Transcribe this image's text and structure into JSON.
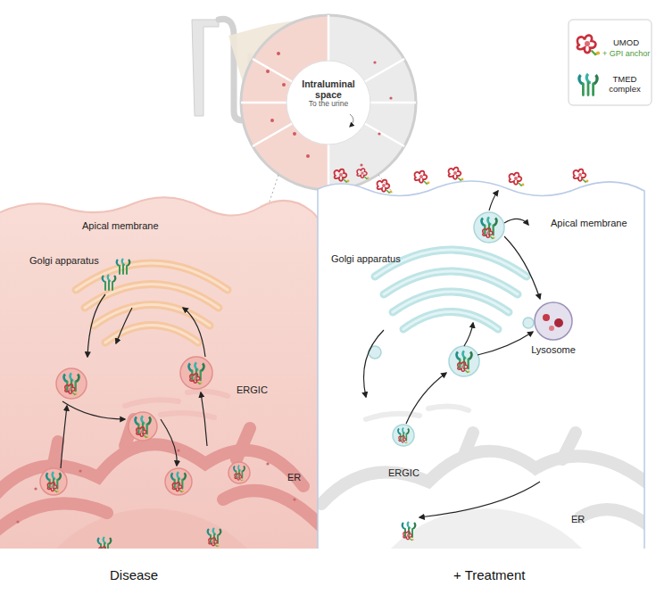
{
  "diagram": {
    "nodes": [
      {
        "text": [
          "Intraluminal space",
          "To the urine"
        ]
      },
      {
        "text": [
          "Lysosome"
        ]
      }
    ],
    "labels": [
      "Apical membrane",
      "Golgi apparatus",
      "ERGIC",
      "ER",
      "Disease",
      "Apical membrane",
      "Golgi apparatus",
      "ERGIC",
      "ER",
      "+ Treatment"
    ],
    "legend": [
      {
        "text": "UMOD"
      },
      {
        "text": "+ GPI anchor"
      },
      {
        "text": "TMED complex"
      }
    ]
  }
}
